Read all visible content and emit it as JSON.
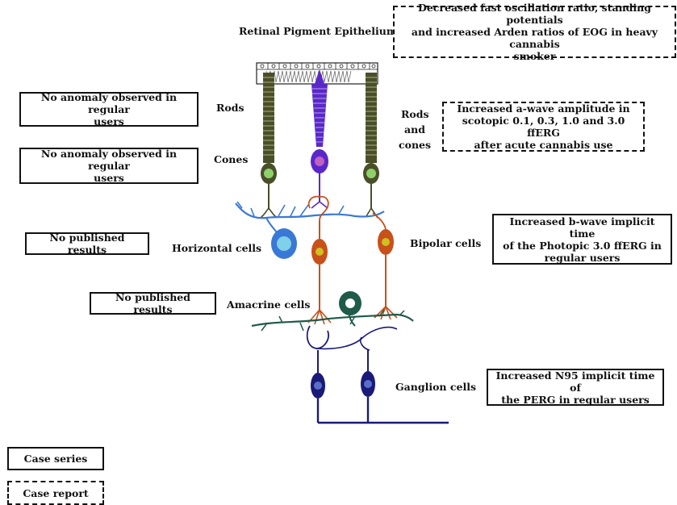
{
  "labels": {
    "rpe": "Retinal Pigment Epithelium",
    "rods": "Rods",
    "cones": "Cones",
    "rods_and_cones_1": "Rods",
    "rods_and_cones_2": "and",
    "rods_and_cones_3": "cones",
    "horizontal": "Horizontal cells",
    "bipolar": "Bipolar cells",
    "amacrine": "Amacrine cells",
    "ganglion": "Ganglion cells"
  },
  "boxes": {
    "eog": {
      "lines": [
        "Decreased fast oscillation ratio, standing potentials",
        "and increased Arden ratios of EOG in heavy cannabis",
        "smoker"
      ],
      "style": "dashed"
    },
    "rods_finding": {
      "lines": [
        "No anomaly observed in regular",
        "users"
      ],
      "style": "solid"
    },
    "cones_finding": {
      "lines": [
        "No anomaly observed in regular",
        "users"
      ],
      "style": "solid"
    },
    "awave": {
      "lines": [
        "Increased a-wave amplitude in",
        "scotopic 0.1, 0.3, 1.0 and 3.0 ffERG",
        "after acute cannabis use"
      ],
      "style": "dashed"
    },
    "horizontal_finding": {
      "lines": [
        "No published results"
      ],
      "style": "solid"
    },
    "bwave": {
      "lines": [
        "Increased b-wave implicit time",
        "of the Photopic 3.0 ffERG in",
        "regular users"
      ],
      "style": "solid"
    },
    "amacrine_finding": {
      "lines": [
        "No published results"
      ],
      "style": "solid"
    },
    "n95": {
      "lines": [
        "Increased N95 implicit time of",
        "the PERG in regular users"
      ],
      "style": "solid"
    }
  },
  "legend": {
    "case_series": "Case series",
    "case_report": "Case report"
  },
  "colors": {
    "rod_dark": "#4a4f2a",
    "cone_purple": "#5a28c8",
    "cone_green": "#8fd06a",
    "horizontal_blue": "#3a78d8",
    "horizontal_light": "#7fd0e8",
    "bipolar_orange": "#c8501a",
    "amacrine_dark": "#1f5a4a",
    "ganglion_navy": "#1a1a78"
  }
}
